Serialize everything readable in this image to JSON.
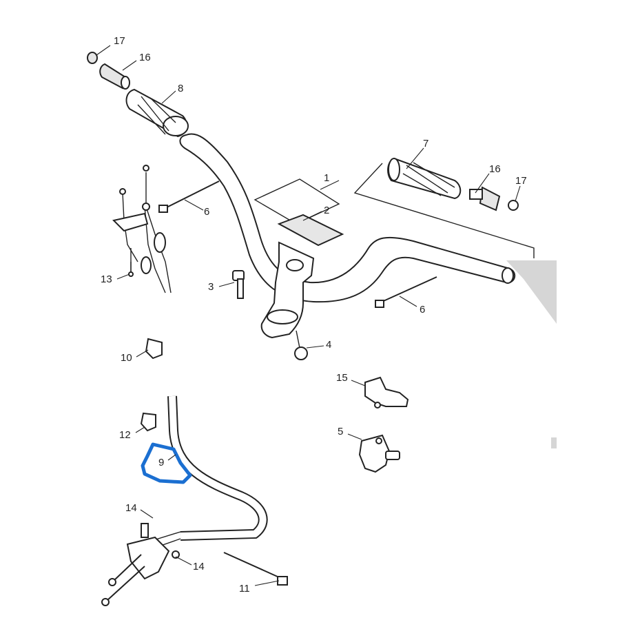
{
  "callouts": {
    "c1": "1",
    "c2": "2",
    "c3": "3",
    "c4": "4",
    "c5": "5",
    "c6a": "6",
    "c6b": "6",
    "c7": "7",
    "c8": "8",
    "c9": "9",
    "c10": "10",
    "c11": "11",
    "c12": "12",
    "c13": "13",
    "c14a": "14",
    "c14b": "14",
    "c15": "15",
    "c16a": "16",
    "c16b": "16",
    "c17a": "17",
    "c17b": "17"
  },
  "highlight": {
    "part": "9",
    "color": "#1b6fd1"
  }
}
